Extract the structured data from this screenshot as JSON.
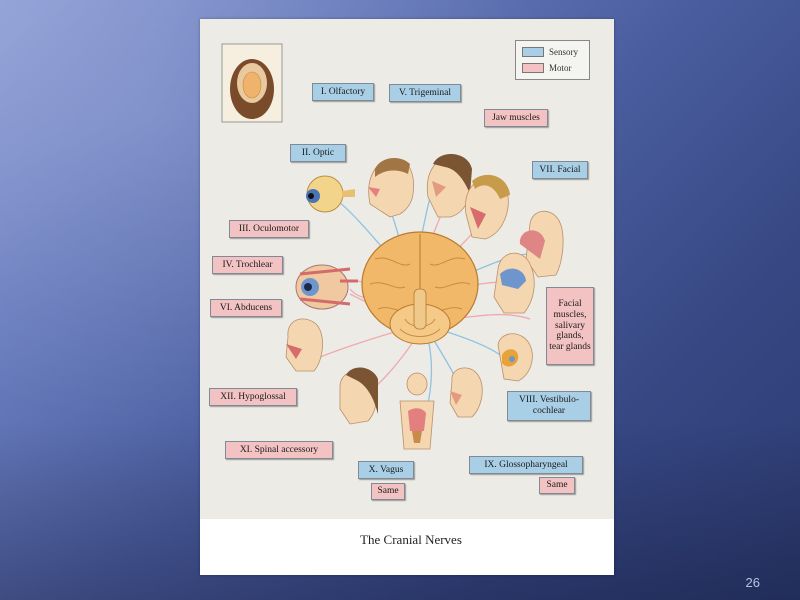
{
  "slide": {
    "number": "26"
  },
  "figure": {
    "caption": "The Cranial Nerves",
    "legend": [
      {
        "label": "Sensory",
        "color": "#a9cfe6"
      },
      {
        "label": "Motor",
        "color": "#f3c2c2"
      }
    ],
    "labels": {
      "olfactory": "I. Olfactory",
      "trigeminal": "V. Trigeminal",
      "jaw_muscles": "Jaw muscles",
      "optic": "II. Optic",
      "facial": "VII. Facial",
      "oculomotor": "III. Oculomotor",
      "trochlear": "IV. Trochlear",
      "abducens": "VI. Abducens",
      "facial_targets": "Facial muscles, salivary glands, tear glands",
      "hypoglossal": "XII. Hypoglossal",
      "vestibulocochlear": "VIII. Vestibulo-cochlear",
      "spinal_accessory": "XI. Spinal accessory",
      "vagus": "X. Vagus",
      "vagus_same": "Same",
      "glossopharyngeal": "IX. Glossopharyngeal",
      "glossopharyngeal_same": "Same"
    },
    "colors": {
      "sensory": "#a9cfe6",
      "motor": "#f3c2c2",
      "brain": "#f2b86a",
      "skin": "#f4d6b0"
    }
  }
}
